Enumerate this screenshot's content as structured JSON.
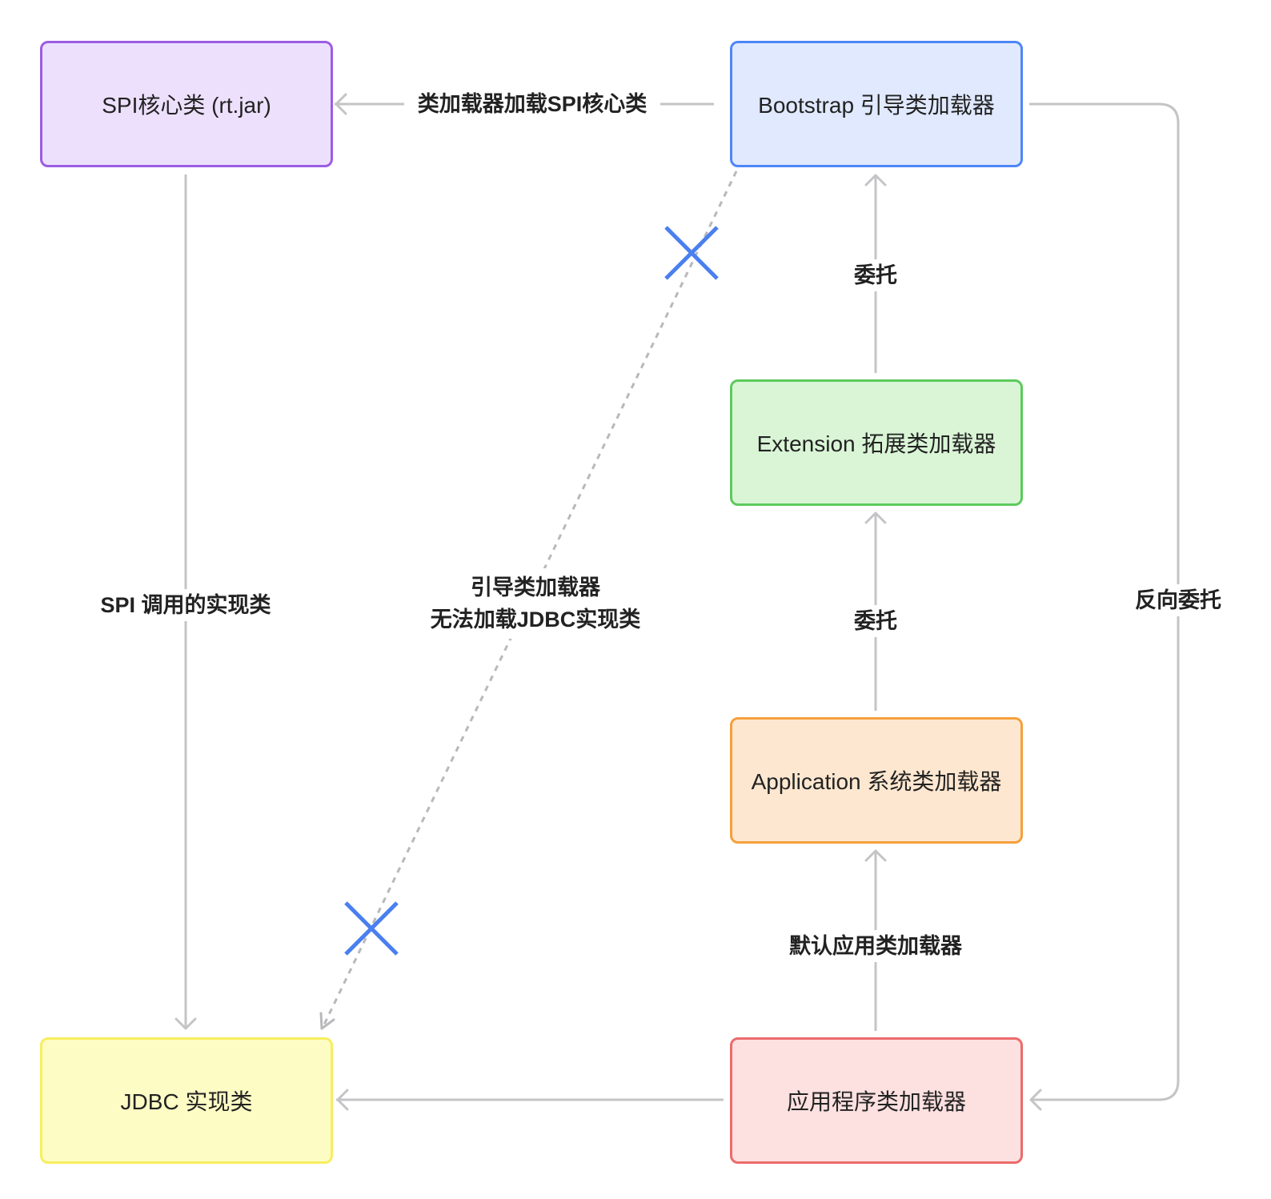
{
  "nodes": {
    "spi_core": {
      "label": "SPI核心类 (rt.jar)",
      "fill": "#ede0fc",
      "stroke": "#9b5de5"
    },
    "bootstrap": {
      "label": "Bootstrap 引导类加载器",
      "fill": "#e0e9fe",
      "stroke": "#4f86f7"
    },
    "extension": {
      "label": "Extension 拓展类加载器",
      "fill": "#d9f5d6",
      "stroke": "#5cca5c"
    },
    "application": {
      "label": "Application 系统类加载器",
      "fill": "#fee7d0",
      "stroke": "#f5a03c"
    },
    "jdbc_impl": {
      "label": "JDBC 实现类",
      "fill": "#fdfcc5",
      "stroke": "#f7ee5e"
    },
    "app_loader": {
      "label": "应用程序类加载器",
      "fill": "#fde0e0",
      "stroke": "#ec6b6b"
    }
  },
  "edges": {
    "bootstrap_to_spi": "类加载器加载SPI核心类",
    "ext_to_bootstrap": "委托",
    "app_to_ext": "委托",
    "apploader_to_app": "默认应用类加载器",
    "spi_to_jdbc": "SPI 调用的实现类",
    "bootstrap_to_jdbc_line1": "引导类加载器",
    "bootstrap_to_jdbc_line2": "无法加载JDBC实现类",
    "reverse": "反向委托"
  },
  "colors": {
    "edge": "#c4c4c7",
    "cross": "#4a7ff0",
    "dashed": "#b9b9bc"
  }
}
